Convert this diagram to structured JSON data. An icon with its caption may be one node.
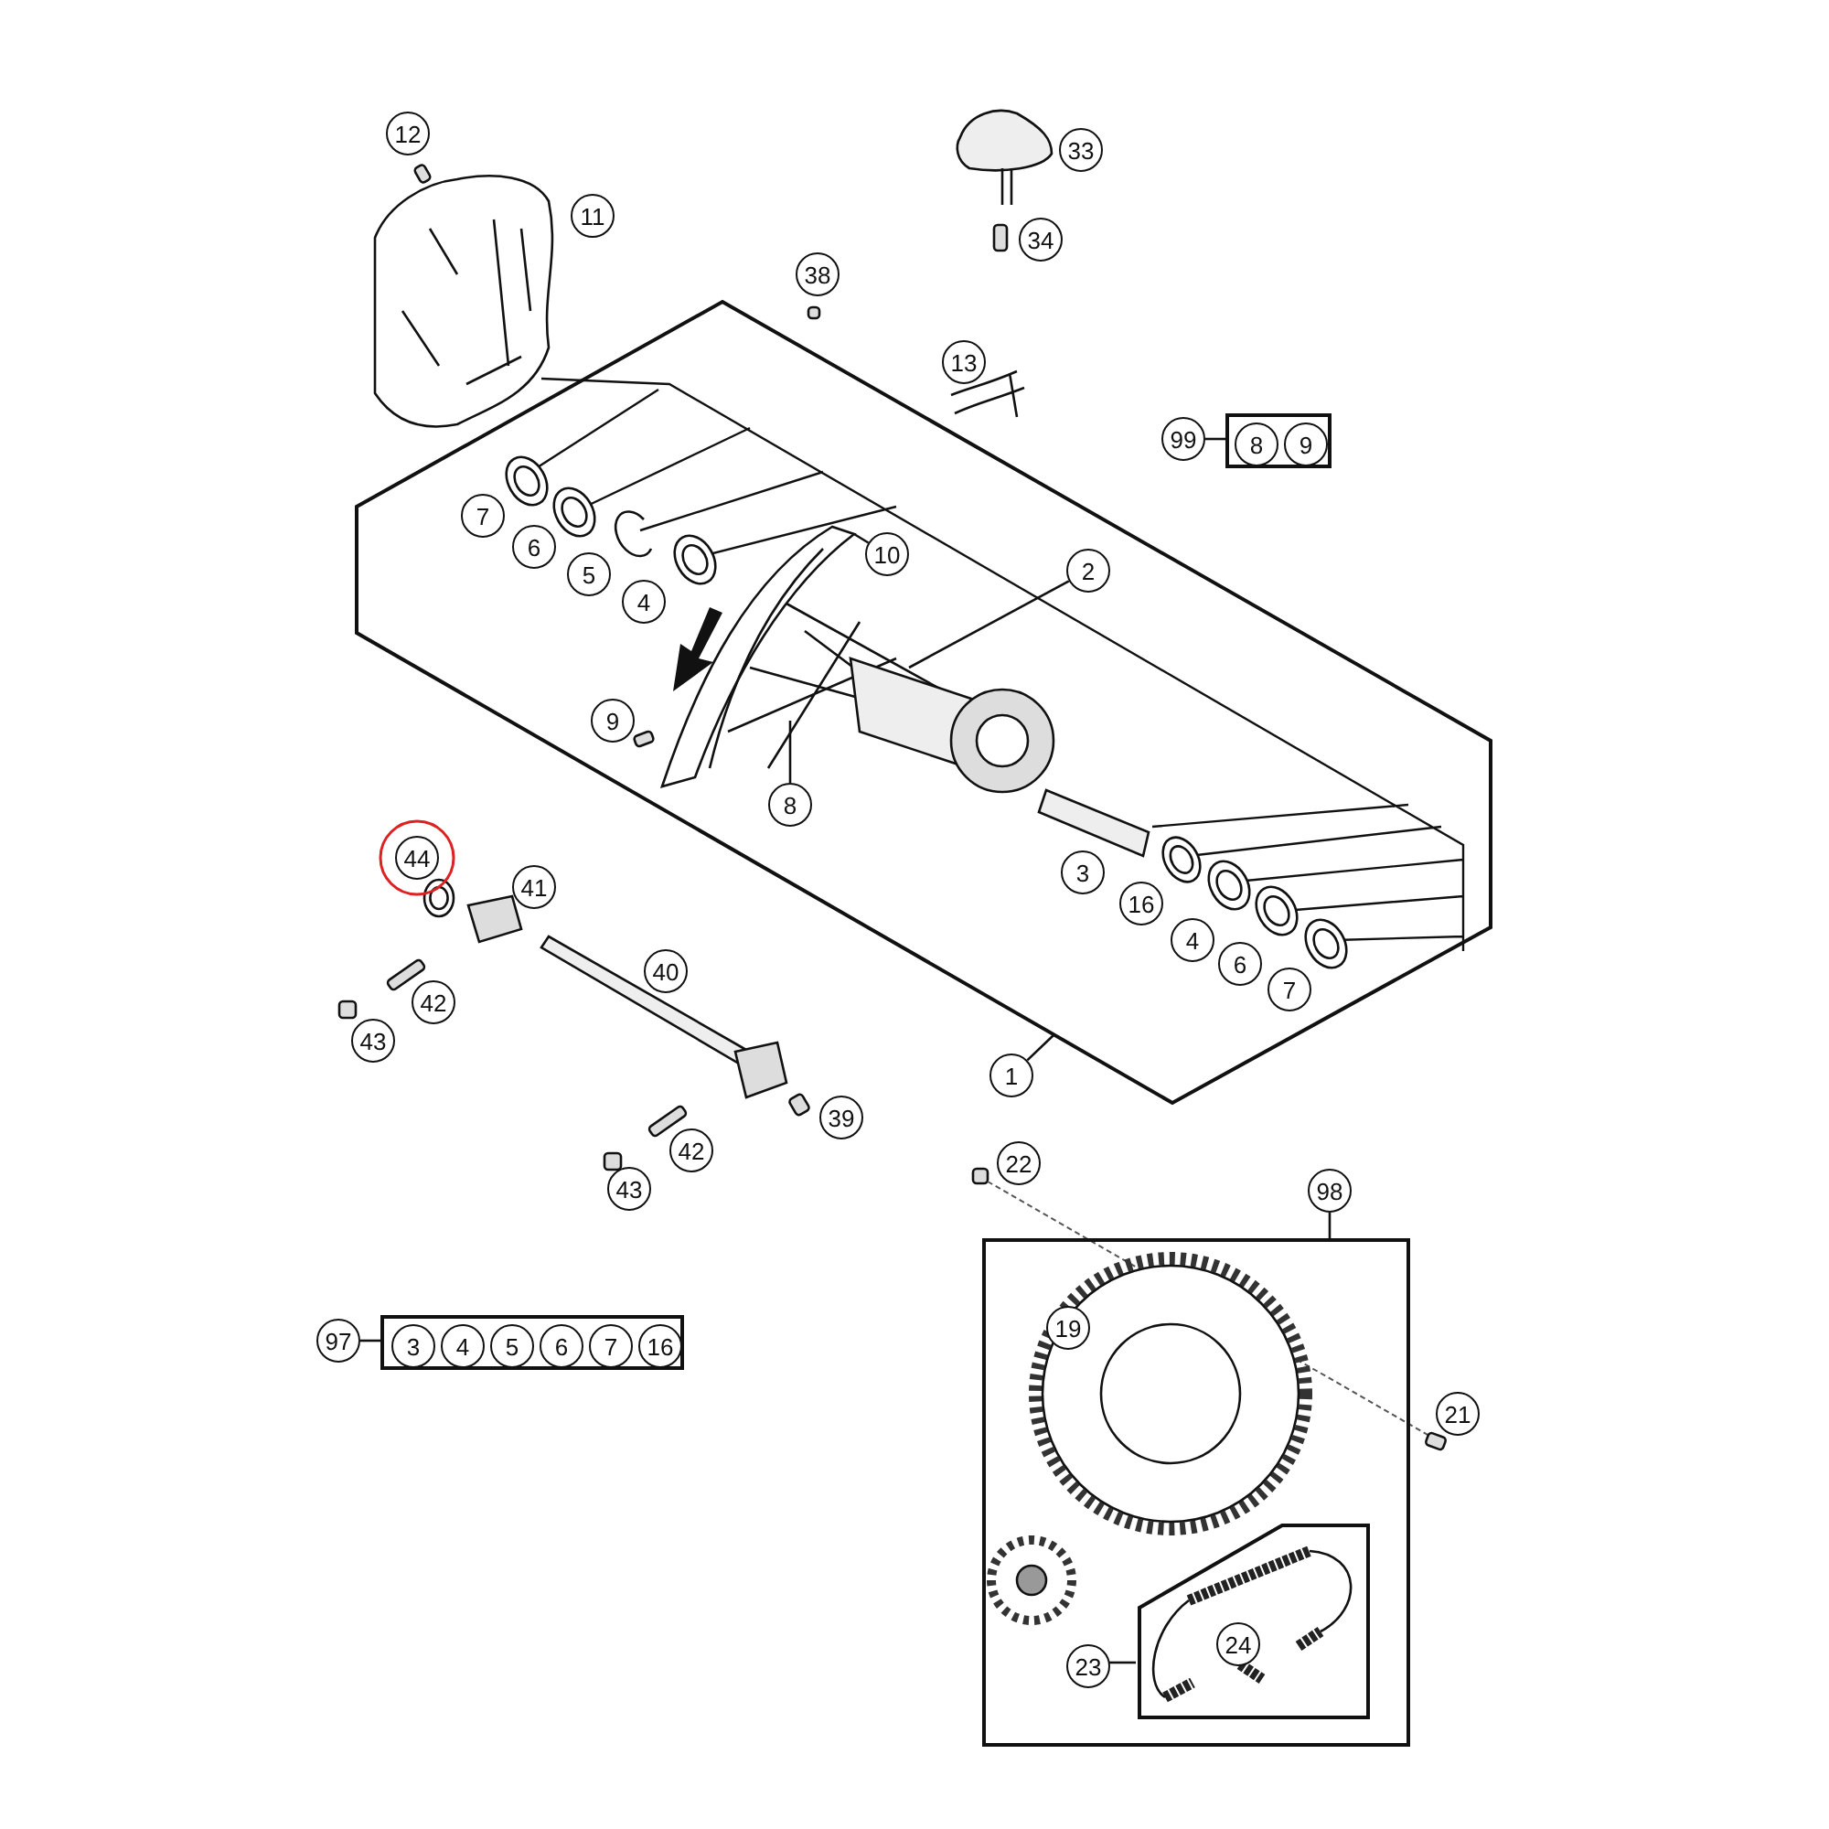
{
  "diagram": {
    "nodes": [
      {
        "text": [
          "12"
        ]
      },
      {
        "text": [
          "33"
        ]
      },
      {
        "text": [
          "11"
        ]
      },
      {
        "text": [
          "34"
        ]
      },
      {
        "text": [
          "38"
        ]
      },
      {
        "text": [
          "13"
        ]
      },
      {
        "text": [
          "99"
        ]
      },
      {
        "text": [],
        "shape": "box"
      },
      {
        "text": [
          "8"
        ],
        "in": 7
      },
      {
        "text": [
          "9"
        ],
        "in": 7
      },
      {
        "text": [],
        "shape": "box"
      },
      {
        "text": [
          "7"
        ],
        "in": 10
      },
      {
        "text": [
          "6"
        ],
        "in": 10
      },
      {
        "text": [
          "5"
        ],
        "in": 10
      },
      {
        "text": [
          "10"
        ],
        "in": 10
      },
      {
        "text": [
          "4"
        ],
        "in": 10
      },
      {
        "text": [
          "2"
        ],
        "in": 10
      },
      {
        "text": [
          "9"
        ],
        "in": 10
      },
      {
        "text": [
          "8"
        ],
        "in": 10
      },
      {
        "text": [
          "44"
        ]
      },
      {
        "text": [
          "41"
        ]
      },
      {
        "text": [
          "3"
        ],
        "in": 10
      },
      {
        "text": [
          "16"
        ],
        "in": 10
      },
      {
        "text": [
          "42"
        ]
      },
      {
        "text": [
          "40"
        ]
      },
      {
        "text": [
          "4"
        ],
        "in": 10
      },
      {
        "text": [
          "6"
        ],
        "in": 10
      },
      {
        "text": [
          "43"
        ]
      },
      {
        "text": [
          "7"
        ],
        "in": 10
      },
      {
        "text": [
          "1"
        ]
      },
      {
        "text": [
          "39"
        ]
      },
      {
        "text": [
          "42"
        ]
      },
      {
        "text": [
          "43"
        ]
      },
      {
        "text": [
          "22"
        ]
      },
      {
        "text": [
          "98"
        ]
      },
      {
        "text": [],
        "shape": "box"
      },
      {
        "text": [
          "97"
        ]
      },
      {
        "text": [],
        "shape": "box"
      },
      {
        "text": [
          "3"
        ],
        "in": 37
      },
      {
        "text": [
          "4"
        ],
        "in": 37
      },
      {
        "text": [
          "5"
        ],
        "in": 37
      },
      {
        "text": [
          "6"
        ],
        "in": 37
      },
      {
        "text": [
          "7"
        ],
        "in": 37
      },
      {
        "text": [
          "16"
        ],
        "in": 37
      },
      {
        "text": [
          "19"
        ],
        "in": 35
      },
      {
        "text": [
          "21"
        ]
      },
      {
        "text": [],
        "shape": "box",
        "in": 35
      },
      {
        "text": [
          "24"
        ],
        "in": 46
      },
      {
        "text": [
          "23"
        ],
        "in": 35
      }
    ],
    "edges": [
      {
        "from": 6,
        "to": 7,
        "arrow": "none"
      },
      {
        "from": 16,
        "to": null,
        "arrow": "none"
      },
      {
        "from": 14,
        "to": null,
        "arrow": "none"
      },
      {
        "from": 18,
        "to": null,
        "arrow": "none"
      },
      {
        "from": 29,
        "to": 10,
        "arrow": "none"
      },
      {
        "from": 34,
        "to": 35,
        "arrow": "none"
      },
      {
        "from": 36,
        "to": 37,
        "arrow": "none"
      },
      {
        "from": 48,
        "to": 46,
        "arrow": "none"
      }
    ]
  }
}
